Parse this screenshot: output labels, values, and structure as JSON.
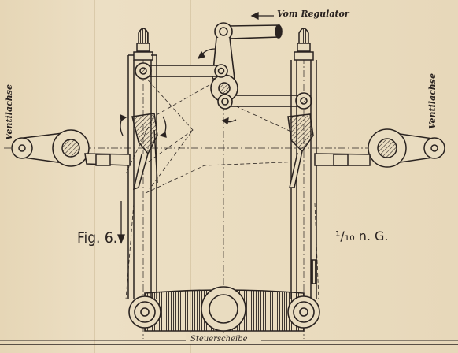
{
  "figure": {
    "fig_label": "Fig. 6.",
    "scale_label": "¹/₁₀ n. G.",
    "top_label": "Vom Regulator",
    "axis_left_label": "Ventilachse",
    "axis_right_label": "Ventilachse",
    "base_label": "Steuerscheibe"
  },
  "colors": {
    "paper": "#e9dcc0",
    "ink": "#2a2320",
    "fold": "#c8b690"
  }
}
